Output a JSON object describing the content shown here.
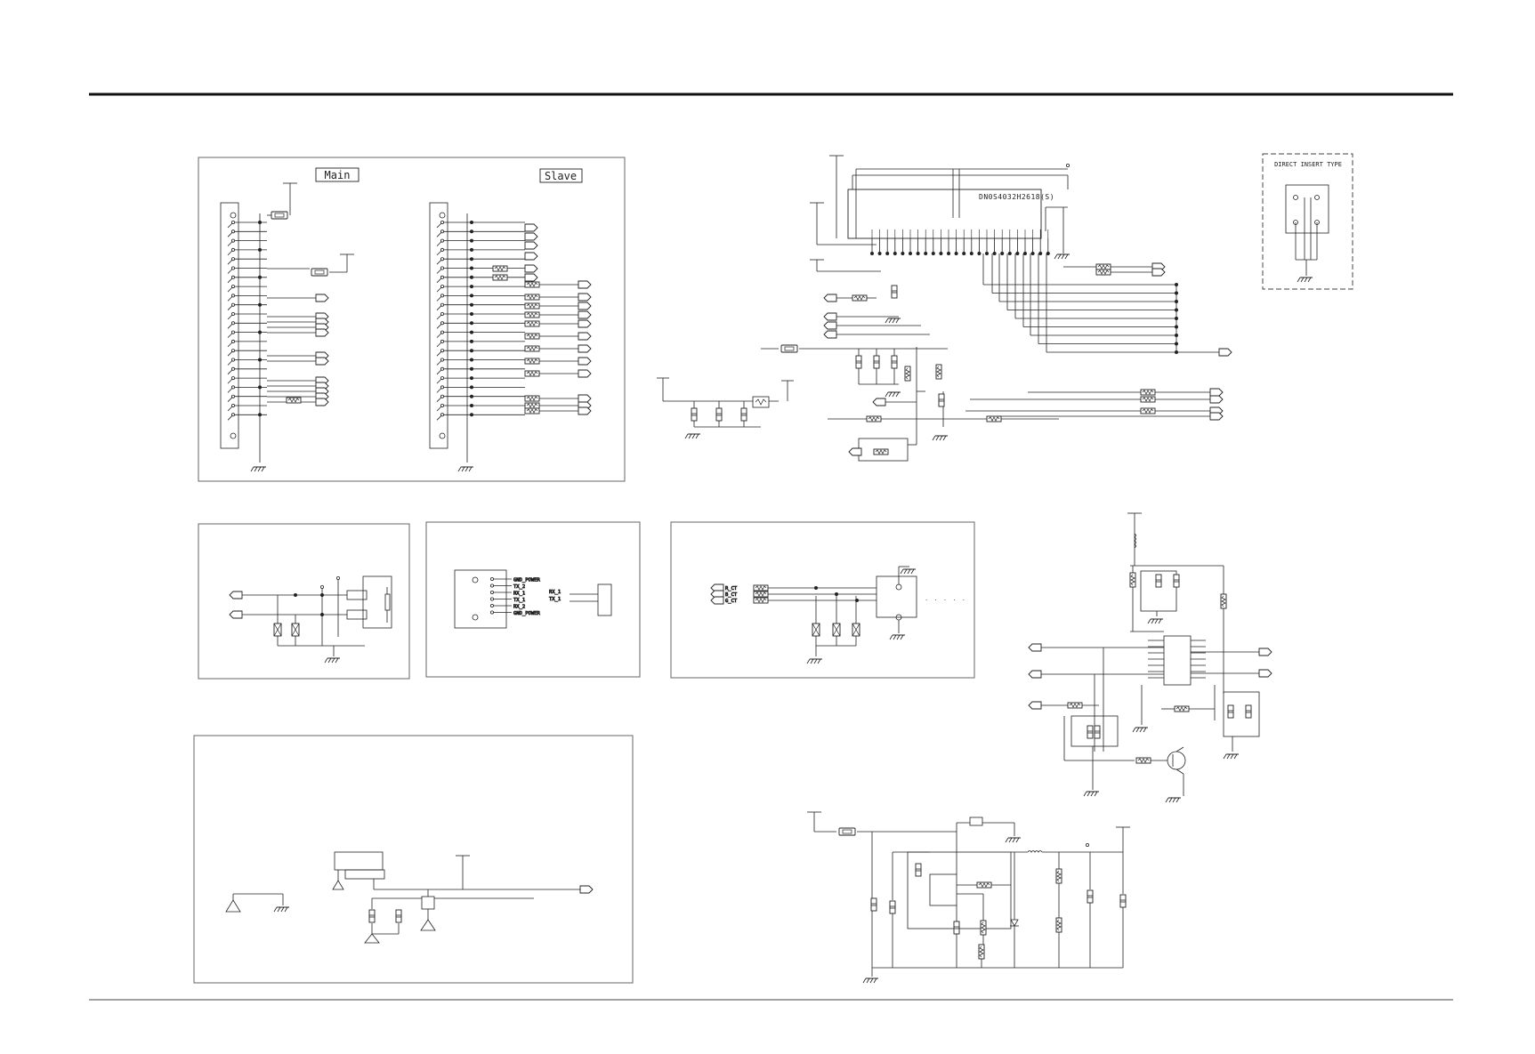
{
  "colors": {
    "ink": "#222222",
    "paper": "#ffffff",
    "frame": "#666666"
  },
  "header_rule": {
    "style": "thick"
  },
  "connectors_block": {
    "main_label": "Main",
    "slave_label": "Slave",
    "main_pins": 22,
    "slave_pins": 22
  },
  "mcu_block": {
    "part_label": "DN0S4032H2618(S)",
    "pin_count": 24
  },
  "insert_block": {
    "title": "DIRECT INSERT TYPE"
  },
  "uart_block": {
    "pins": [
      "GND_POWER",
      "TX_2",
      "RX_1",
      "TX_1",
      "RX_2",
      "GND_POWER"
    ],
    "side_pins": [
      "RX_1",
      "TX_1"
    ]
  },
  "ir_block": {
    "pins": [
      "R_CT",
      "B_CT",
      "G_CT"
    ]
  },
  "icons": [
    "ground-icon",
    "resistor-icon",
    "capacitor-icon",
    "inductor-icon",
    "diode-icon",
    "transistor-icon",
    "connector-icon",
    "ic-icon",
    "output-arrow-icon"
  ]
}
